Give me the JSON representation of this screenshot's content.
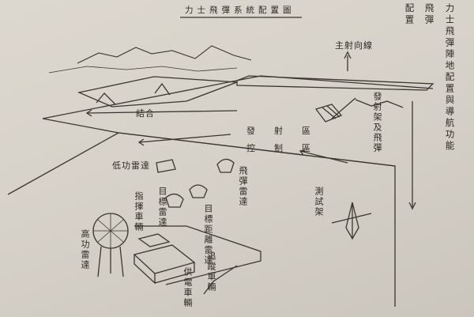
{
  "page": {
    "title": "力士飛彈系統配置圖",
    "side_text": {
      "col1": "力士飛彈陣地配置與導航功能",
      "col2": "飛彈",
      "col3": "配置"
    }
  },
  "labels": {
    "main_direction": "主射向線",
    "launcher": "發射架及飛彈",
    "fire_area": "發射區",
    "control_area": "控制區",
    "combine": "結合",
    "low_power_radar": "低功雷達",
    "missile_radar": "飛彈雷達",
    "target_radar": "目標雷達",
    "command_car": "指揮車輛",
    "target_range_radar": "目標距離雷達",
    "high_power_radar": "高功雷達",
    "tracking_car": "追蹤車輛",
    "power_car": "供電車輛",
    "test_rig": "測試架"
  }
}
